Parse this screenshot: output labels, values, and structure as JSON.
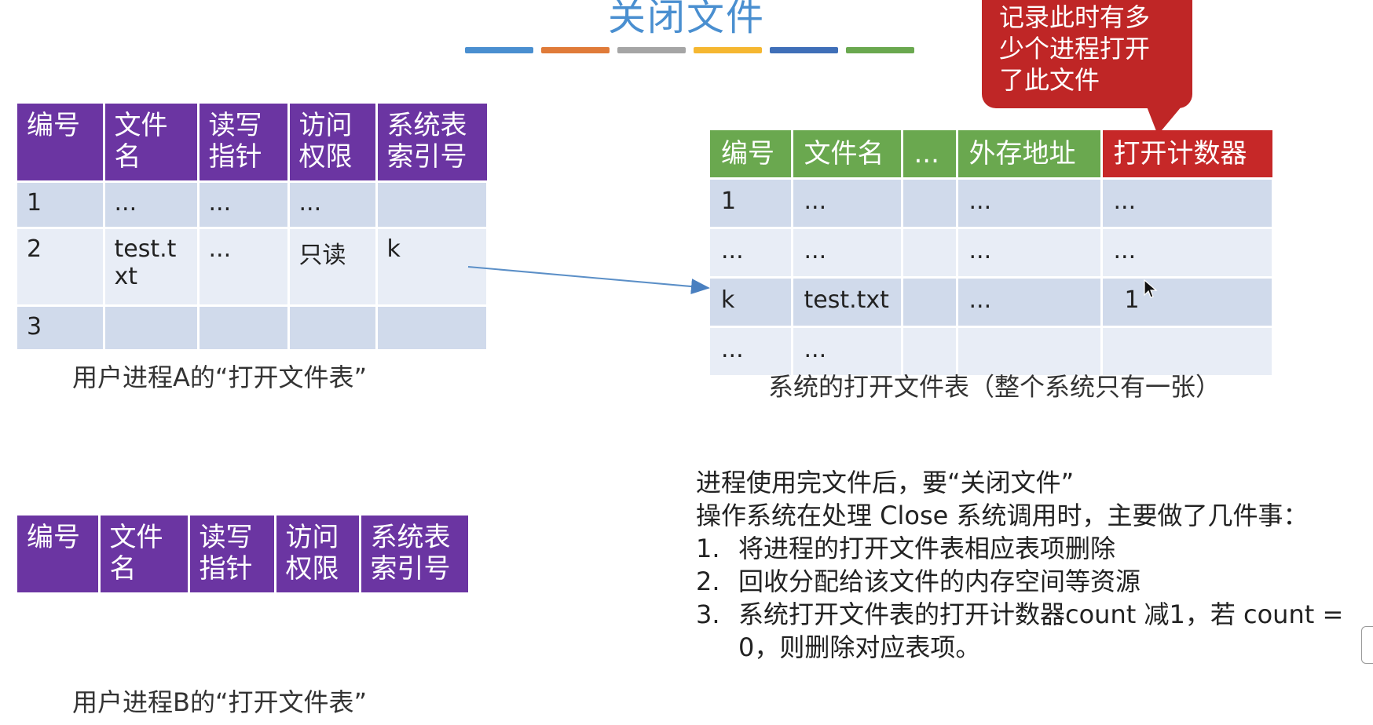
{
  "title": "关闭文件",
  "color_bar": [
    "#4a8fd0",
    "#e07b39",
    "#a5a5a5",
    "#f5b731",
    "#3f6fb8",
    "#6aa84f"
  ],
  "callout": {
    "lines": [
      "记录此时有多",
      "少个进程打开",
      "了此文件"
    ]
  },
  "table_a": {
    "headers": [
      "编号",
      "文件名",
      "读写指针",
      "访问权限",
      "系统表索引号"
    ],
    "rows": [
      [
        "1",
        "...",
        "...",
        "...",
        ""
      ],
      [
        "2",
        "test.txt",
        "...",
        "只读",
        "k"
      ],
      [
        "3",
        "",
        "",
        "",
        ""
      ]
    ],
    "caption": "用户进程A的“打开文件表”"
  },
  "table_b": {
    "headers": [
      "编号",
      "文件名",
      "读写指针",
      "访问权限",
      "系统表索引号"
    ],
    "caption": "用户进程B的“打开文件表”"
  },
  "sys_table": {
    "headers": [
      "编号",
      "文件名",
      "...",
      "外存地址",
      "打开计数器"
    ],
    "rows": [
      [
        "1",
        "...",
        "",
        "...",
        "..."
      ],
      [
        "...",
        "...",
        "",
        "...",
        "..."
      ],
      [
        "k",
        "test.txt",
        "",
        "...",
        "1"
      ],
      [
        "...",
        "...",
        "",
        "",
        ""
      ]
    ],
    "caption": "系统的打开文件表（整个系统只有一张）"
  },
  "notes": {
    "line1": "进程使用完文件后，要“关闭文件”",
    "line2": "操作系统在处理 Close 系统调用时，主要做了几件事：",
    "items": [
      {
        "num": "1.",
        "text": "将进程的打开文件表相应表项删除"
      },
      {
        "num": "2.",
        "text": "回收分配给该文件的内存空间等资源"
      },
      {
        "num": "3.",
        "text": "系统打开文件表的打开计数器count 减1，若 count ="
      }
    ],
    "item3_cont": "0，则删除对应表项。"
  }
}
